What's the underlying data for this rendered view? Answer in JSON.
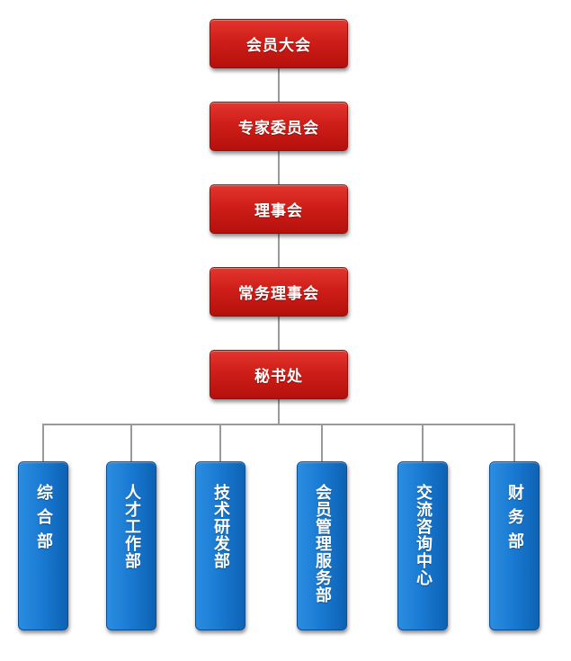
{
  "hierarchy": [
    {
      "id": "members-assembly",
      "label": "会员大会"
    },
    {
      "id": "expert-committee",
      "label": "专家委员会"
    },
    {
      "id": "council",
      "label": "理事会"
    },
    {
      "id": "standing-council",
      "label": "常务理事会"
    },
    {
      "id": "secretariat",
      "label": "秘书处"
    }
  ],
  "departments": [
    {
      "id": "general-dept",
      "label": "综合部"
    },
    {
      "id": "talent-dept",
      "label": "人才工作部"
    },
    {
      "id": "tech-rd-dept",
      "label": "技术研发部"
    },
    {
      "id": "member-service-dept",
      "label": "会员管理服务部"
    },
    {
      "id": "exchange-center",
      "label": "交流咨询中心"
    },
    {
      "id": "finance-dept",
      "label": "财务部"
    }
  ],
  "colors": {
    "hierarchy_fill": "#cf1e19",
    "department_fill": "#1a7bd3",
    "connector": "#9a9a9a",
    "text": "#ffffff"
  }
}
